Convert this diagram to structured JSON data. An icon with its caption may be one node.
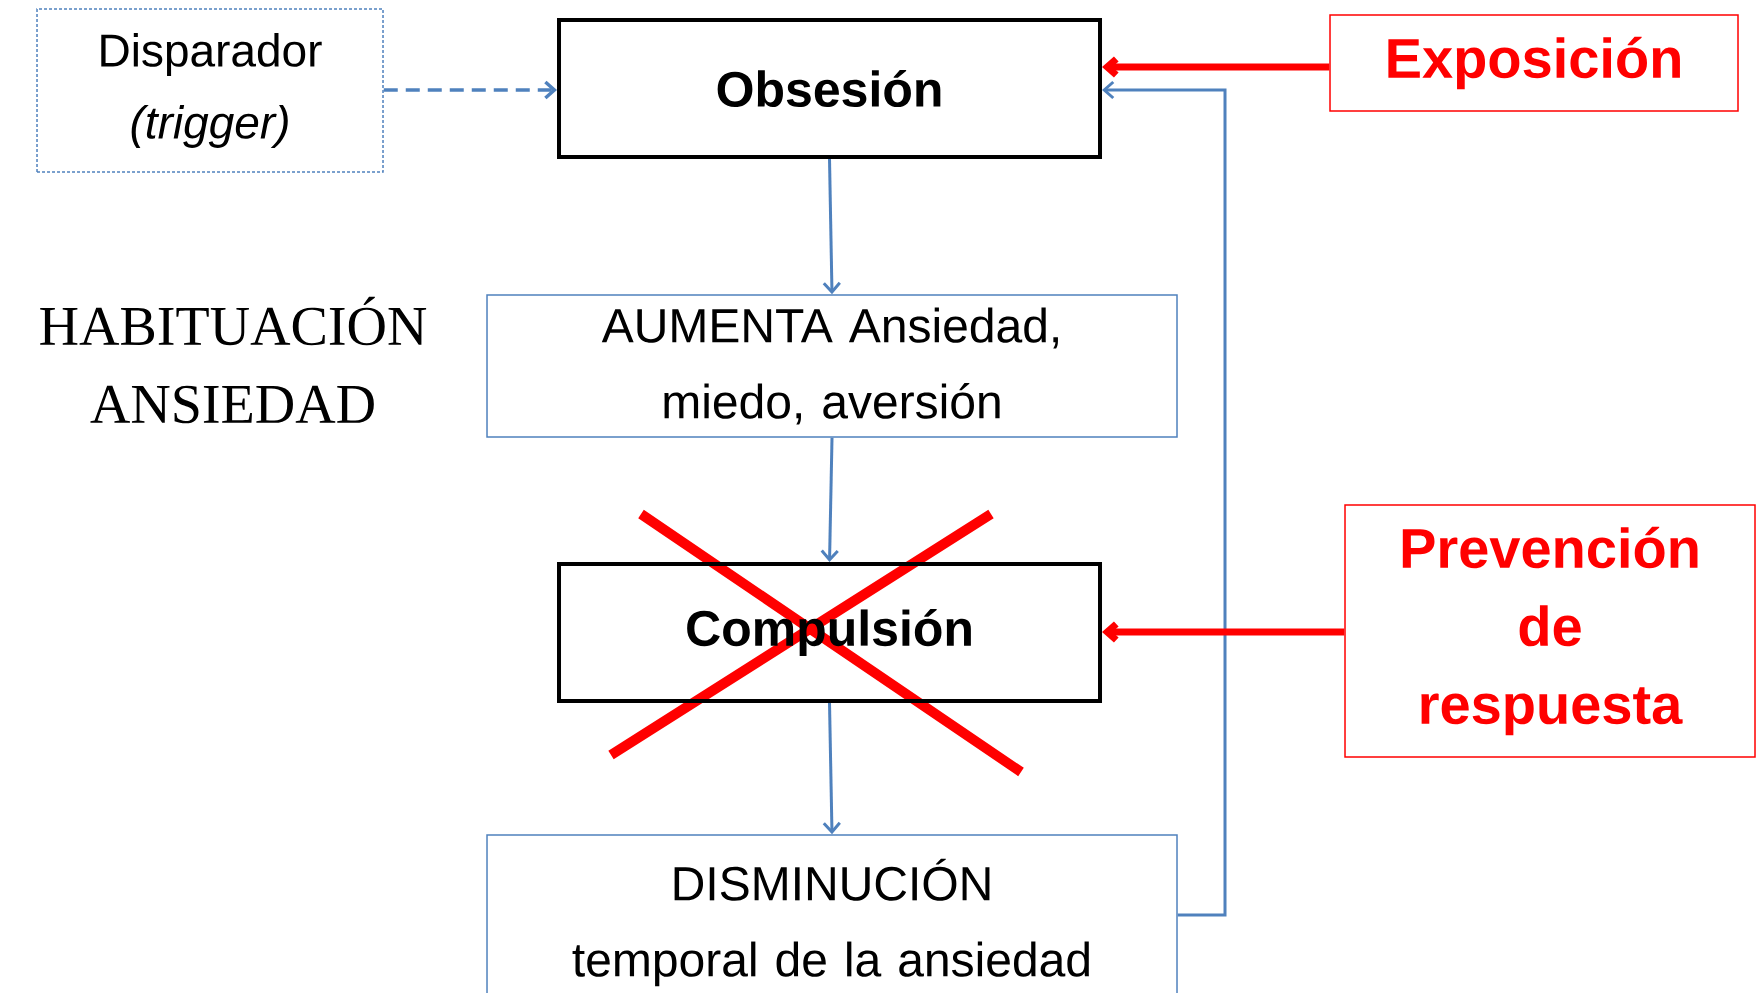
{
  "diagram": {
    "nodes": [
      {
        "text": [
          "Disparador",
          "(trigger)"
        ]
      },
      {
        "text": [
          "Obsesión"
        ]
      },
      {
        "text": [
          "Exposición"
        ]
      },
      {
        "text": [
          "AUMENTA Ansiedad, miedo, aversión"
        ]
      },
      {
        "text": [
          "Compulsión"
        ]
      },
      {
        "text": [
          "Prevención de respuesta"
        ]
      },
      {
        "text": [
          "DISMINUCIÓN temporal de la ansiedad"
        ]
      }
    ],
    "edges": [
      {
        "from": 0,
        "to": 1,
        "arrow": "to",
        "style": "dashed"
      },
      {
        "from": 1,
        "to": 3,
        "arrow": "to"
      },
      {
        "from": 3,
        "to": 4,
        "arrow": "to"
      },
      {
        "from": 4,
        "to": 6,
        "arrow": "to"
      },
      {
        "from": 6,
        "to": 1,
        "arrow": "to"
      },
      {
        "from": 2,
        "to": 1,
        "arrow": "to",
        "style": "thick",
        "color": "#ff0000"
      },
      {
        "from": 5,
        "to": 4,
        "arrow": "to",
        "style": "thick",
        "color": "#ff0000"
      }
    ],
    "labels": [
      "HABITUACIÓN ANSIEDAD"
    ]
  }
}
